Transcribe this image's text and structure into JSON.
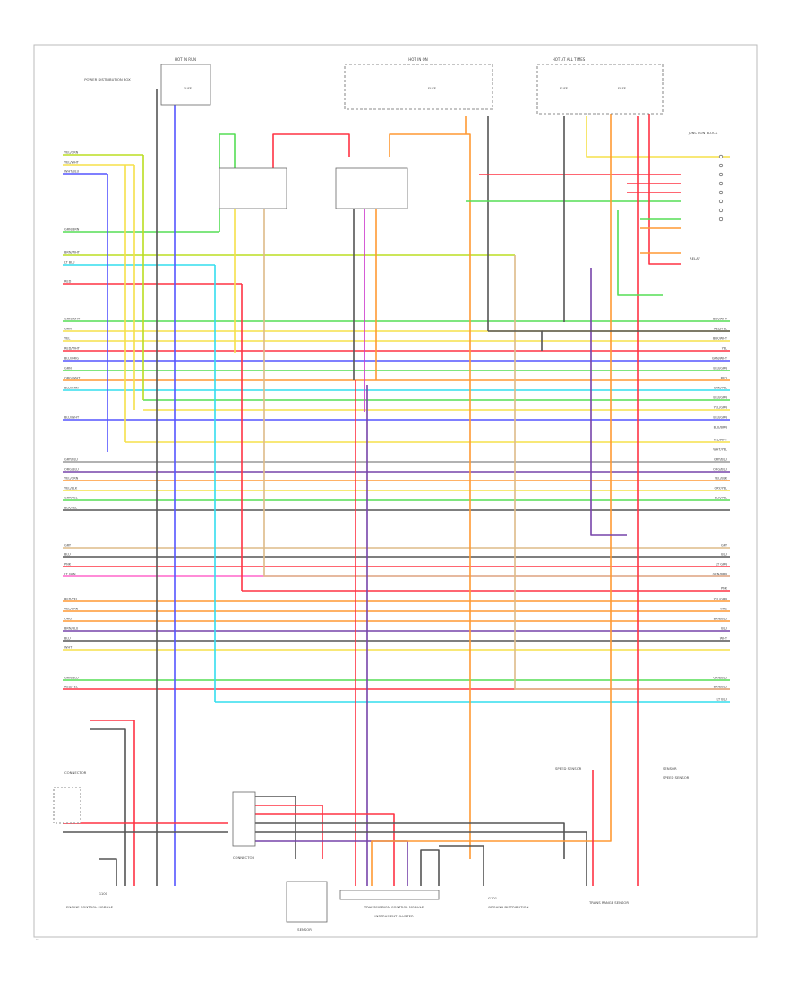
{
  "diagram": {
    "footer_code": "...",
    "wire_colors": {
      "red": "#ff3344",
      "green": "#55dd55",
      "blue": "#5555ff",
      "cyan": "#33ddee",
      "yellow": "#f5e04a",
      "lime": "#bbdd22",
      "orange": "#ff9933",
      "magenta": "#cc33cc",
      "purple": "#7744aa",
      "pink": "#ff66cc",
      "gray": "#999999",
      "dark": "#555555",
      "tan": "#ddbb88"
    },
    "left_labels": [
      "YEL/GRN",
      "YEL/WHT",
      "WHT/BLU",
      "GRN/BRN",
      "BRN/WHT",
      "LT BLU",
      "RED",
      "GRN/WHT",
      "GRN",
      "YEL",
      "RED/WHT",
      "BLU/ORG",
      "GRN",
      "ORG/WHT",
      "BLU/GRN",
      "BLU/WHT",
      "GRY/BLU",
      "ORG/BLU",
      "YEL/GRN",
      "YEL/BLK",
      "GRY/YEL",
      "BLK/YEL",
      "GRY",
      "BLU",
      "PNK",
      "LT GRN",
      "RED/YEL",
      "YEL/GRN",
      "ORG",
      "BRN/BLU",
      "BLU",
      "WHT",
      "GRN/BLU",
      "RED/YEL"
    ],
    "right_labels": [
      "BLK/WHT",
      "RED/YEL",
      "BLK/WHT",
      "YEL",
      "GRN/WHT",
      "BLU/GRN",
      "RED",
      "GRN/YEL",
      "BLU/GRN",
      "YEL/GRN",
      "BLU/GRN",
      "BLU/BRN",
      "YEL/WHT",
      "WHT/YEL",
      "GRY/BLU",
      "ORG/BLU",
      "YEL/BLK",
      "GRY/YEL",
      "BLK/YEL",
      "GRY",
      "BLU",
      "LT GRN",
      "GRN/BRN",
      "PNK",
      "YEL/GRN",
      "ORG",
      "BRN/BLU",
      "BLU",
      "WHT",
      "GRN/BLU",
      "BRN/BLU",
      "LT BLU"
    ],
    "top_boxes": [
      "HOT IN RUN",
      "HOT IN ON",
      "HOT AT ALL TIMES"
    ],
    "fuse_labels": [
      "FUSE",
      "FUSE",
      "FUSE",
      "FUSE"
    ],
    "block_labels": {
      "ecm_left": "ENGINE CONTROL MODULE",
      "tcm": "TRANSMISSION CONTROL MODULE",
      "junction_right": "JUNCTION BLOCK",
      "hot_run_block": "POWER DISTRIBUTION BOX",
      "relay_right": "RELAY",
      "sensor_right": "SENSOR",
      "sensor_left_bottom": "SENSOR",
      "ground_left": "G100",
      "ground_mid": "G101",
      "connector_mid": "CONNECTOR",
      "instrument_cluster": "INSTRUMENT CLUSTER",
      "ground_dist": "GROUND DISTRIBUTION",
      "speed_sensor_left": "SPEED SENSOR",
      "speed_sensor_right": "SPEED SENSOR",
      "connector_left_bottom": "CONNECTOR",
      "trans_range": "TRANS RANGE SENSOR"
    }
  }
}
